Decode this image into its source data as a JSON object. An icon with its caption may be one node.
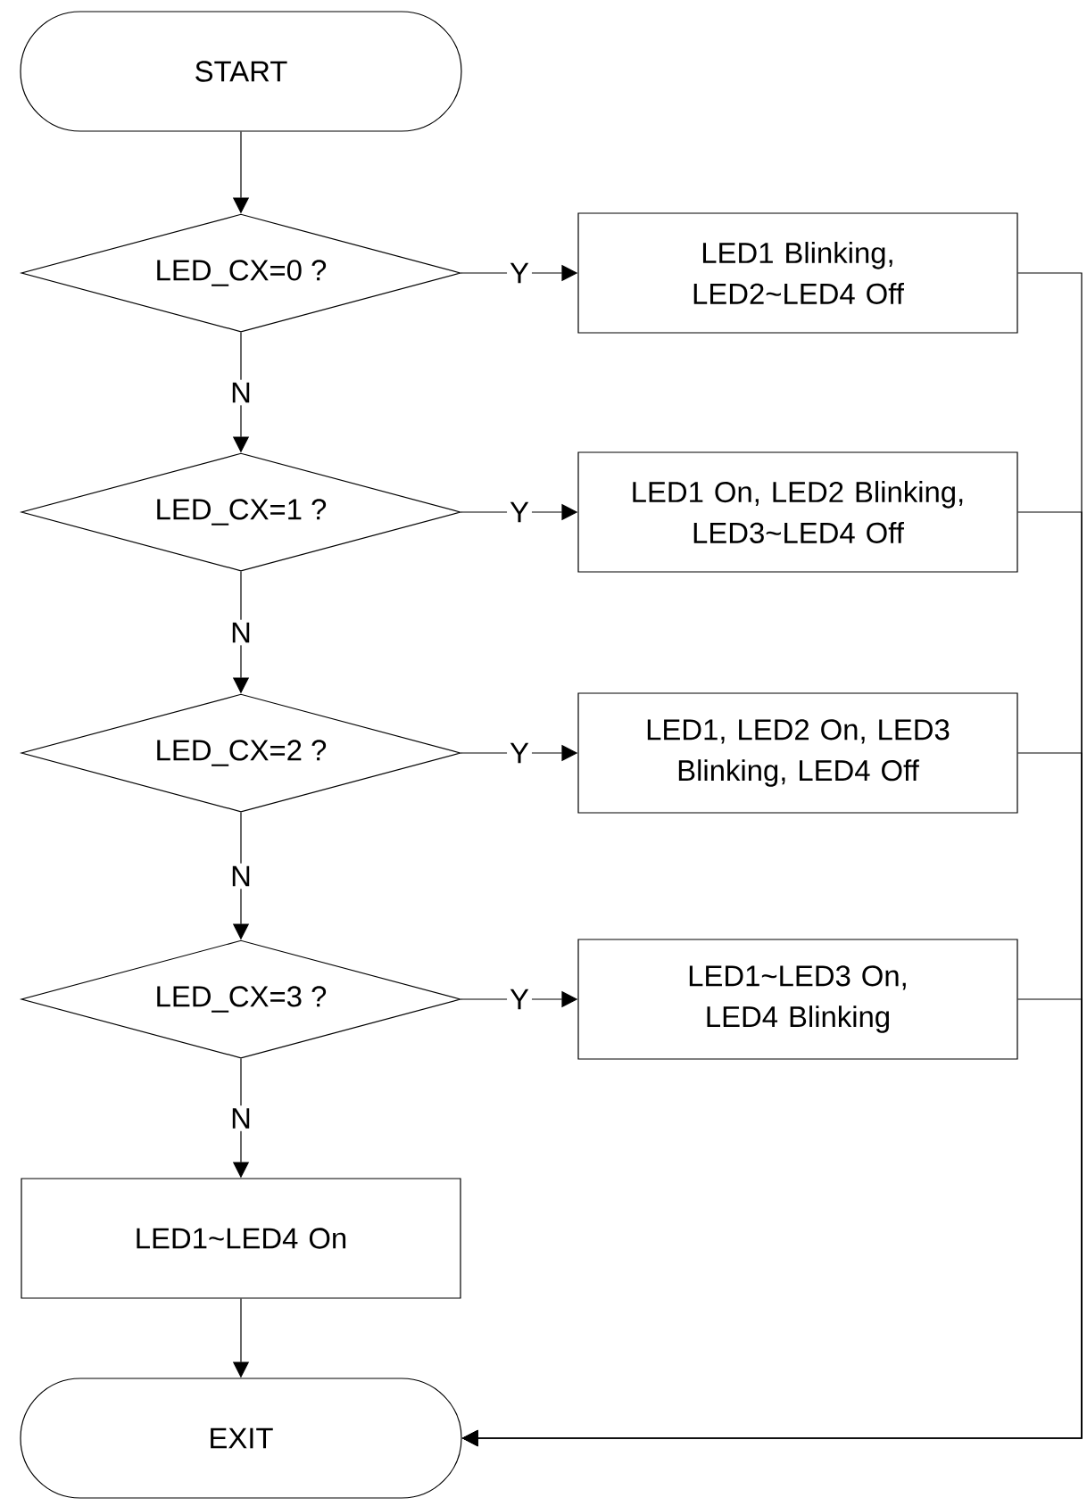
{
  "diagram": {
    "nodes": [
      {
        "text": [
          "START"
        ]
      },
      {
        "text": [
          "LED_CX=0 ?"
        ]
      },
      {
        "text": [
          "LED1 Blinking, LED2~LED4 Off"
        ]
      },
      {
        "text": [
          "LED_CX=1 ?"
        ]
      },
      {
        "text": [
          "LED1 On, LED2 Blinking, LED3~LED4 Off"
        ]
      },
      {
        "text": [
          "LED_CX=2 ?"
        ]
      },
      {
        "text": [
          "LED1, LED2 On, LED3 Blinking, LED4 Off"
        ]
      },
      {
        "text": [
          "LED_CX=3 ?"
        ]
      },
      {
        "text": [
          "LED1~LED3 On, LED4 Blinking"
        ]
      },
      {
        "text": [
          "LED1~LED4 On"
        ]
      },
      {
        "text": [
          "EXIT"
        ]
      }
    ],
    "edges": [
      {
        "from": 0,
        "to": 1,
        "arrow": "to"
      },
      {
        "from": 1,
        "to": 2,
        "arrow": "to",
        "label": "Y"
      },
      {
        "from": 1,
        "to": 3,
        "arrow": "to",
        "label": "N"
      },
      {
        "from": 3,
        "to": 4,
        "arrow": "to",
        "label": "Y"
      },
      {
        "from": 3,
        "to": 5,
        "arrow": "to",
        "label": "N"
      },
      {
        "from": 5,
        "to": 6,
        "arrow": "to",
        "label": "Y"
      },
      {
        "from": 5,
        "to": 7,
        "arrow": "to",
        "label": "N"
      },
      {
        "from": 7,
        "to": 8,
        "arrow": "to",
        "label": "Y"
      },
      {
        "from": 7,
        "to": 9,
        "arrow": "to",
        "label": "N"
      },
      {
        "from": 9,
        "to": 10,
        "arrow": "to"
      },
      {
        "from": 2,
        "to": 10,
        "arrow": "to"
      },
      {
        "from": 4,
        "to": 10,
        "arrow": "to"
      },
      {
        "from": 6,
        "to": 10,
        "arrow": "to"
      },
      {
        "from": 8,
        "to": 10,
        "arrow": "to"
      }
    ]
  }
}
